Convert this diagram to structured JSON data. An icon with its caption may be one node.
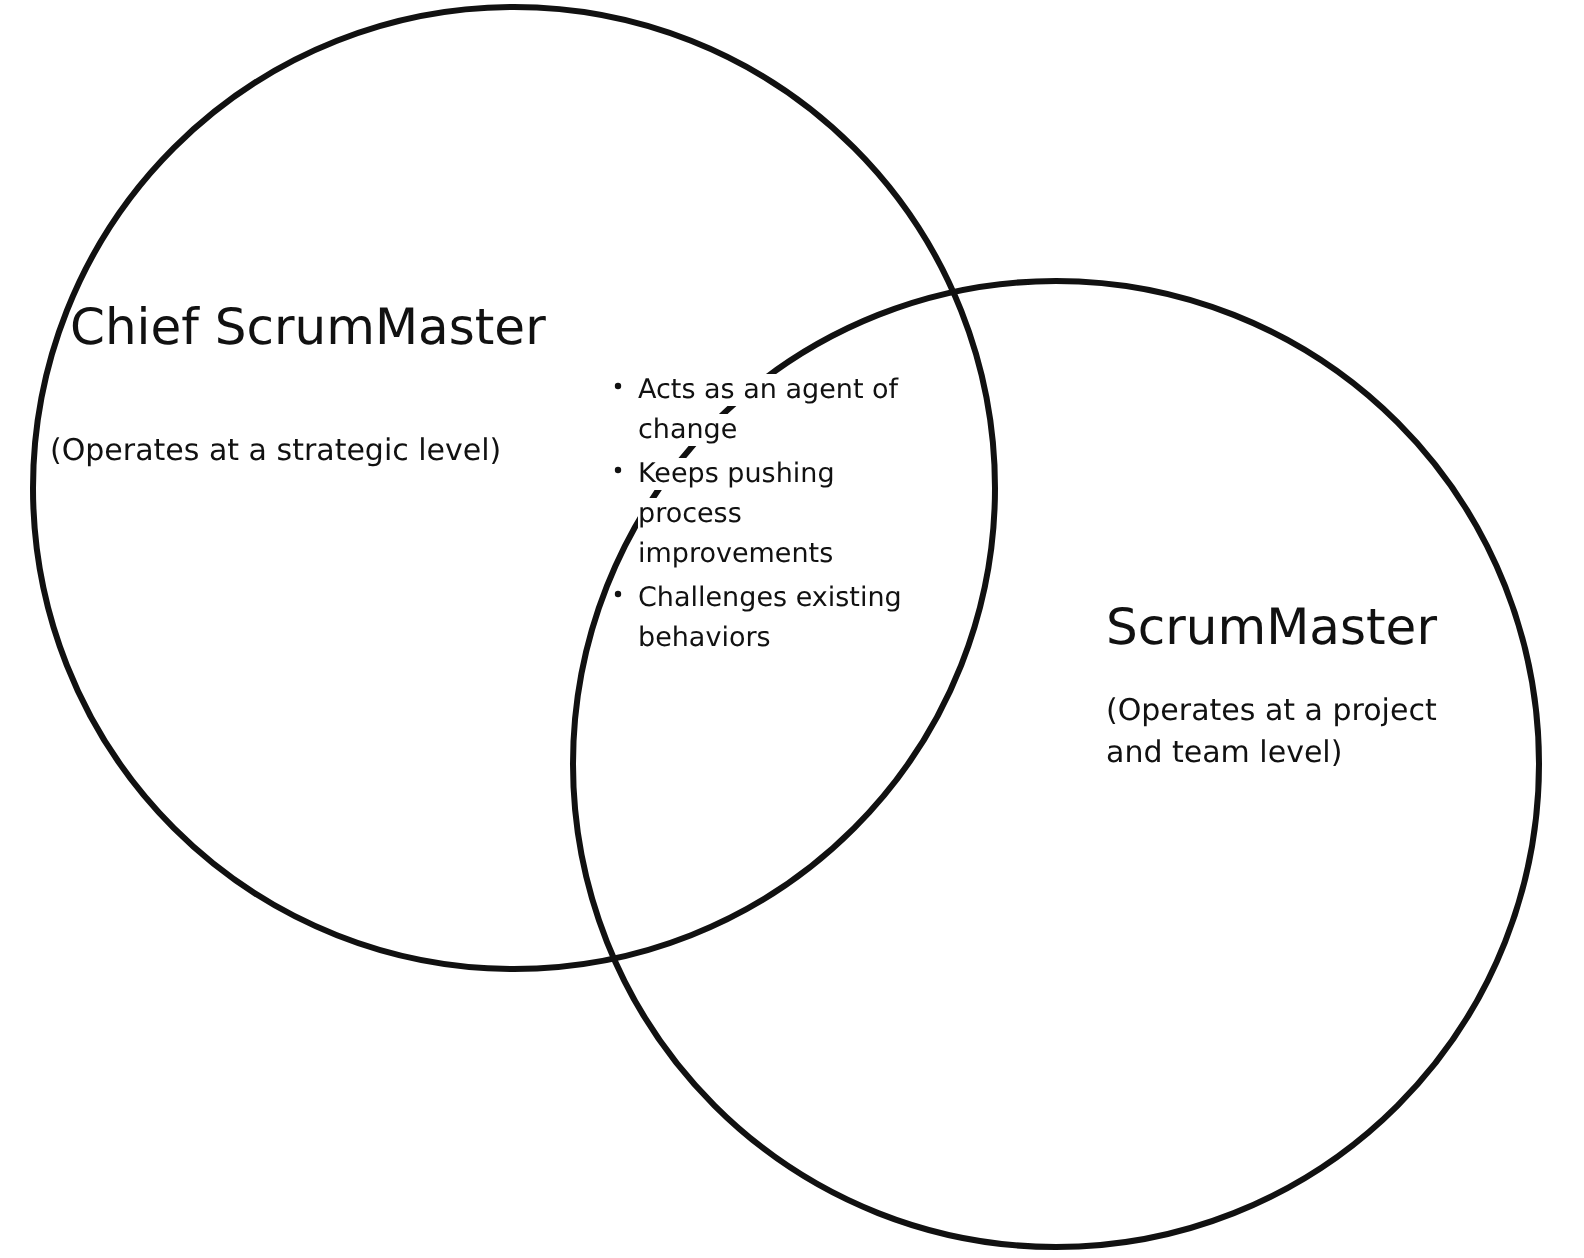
{
  "diagram": {
    "nodes": [
      {
        "text": [
          "Chief ScrumMaster",
          "(Operates at a strategic level)"
        ]
      },
      {
        "text": [
          "ScrumMaster",
          "(Operates at a project and team level)"
        ]
      }
    ],
    "labels": [
      "Acts as an agent of change",
      "Keeps pushing process improvements",
      "Challenges existing behaviors"
    ]
  }
}
